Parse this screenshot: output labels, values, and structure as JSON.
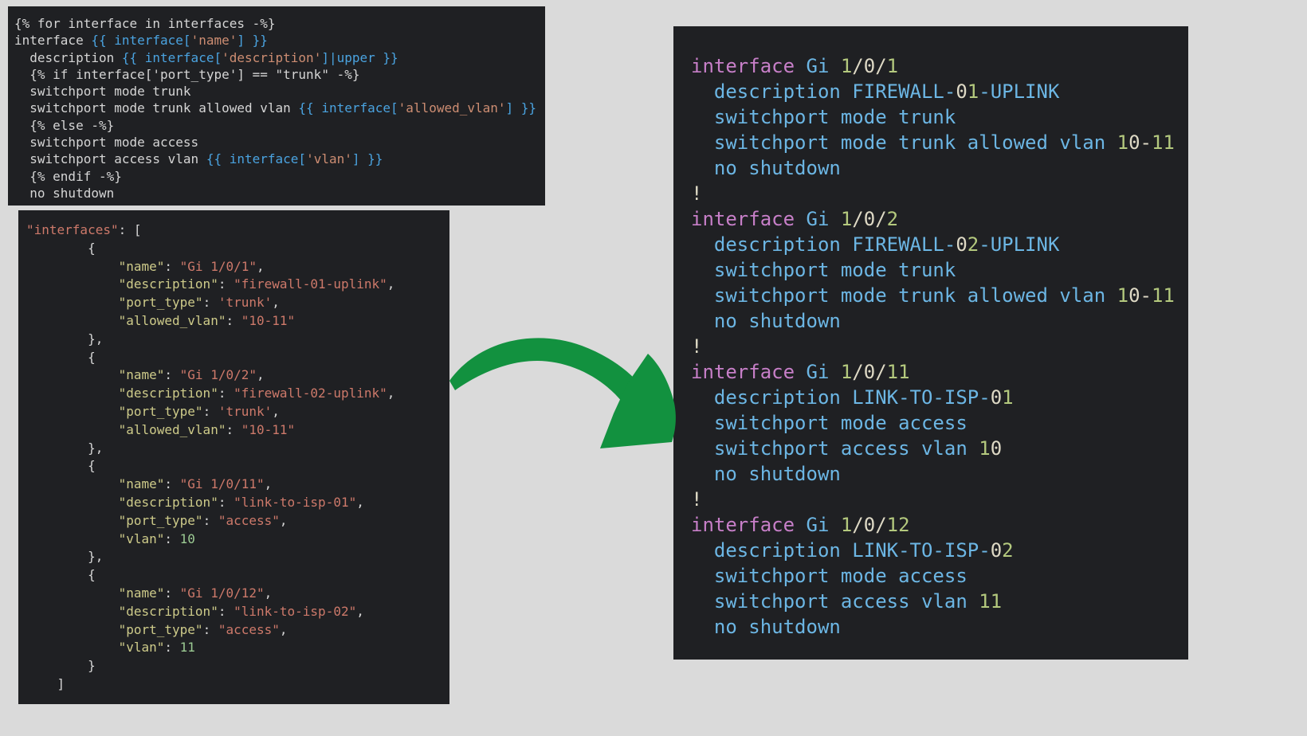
{
  "colors": {
    "plain": "#d5d5d5",
    "blue": "#4aa3e0",
    "orange": "#cd8d72",
    "key": "#cecb8a",
    "str": "#cd796a",
    "num": "#9ccb93",
    "purple": "#c77fc8",
    "cfg": "#6cb6e4",
    "dig": "#b4c97e",
    "zero": "#ded9c5",
    "bang": "#ded9c5",
    "arrow": "#12913f",
    "panel_background": "#1f2023",
    "page_background": "#dadada"
  },
  "panels": {
    "template": {
      "title": "jinja2-template",
      "lines": [
        [
          [
            "plain",
            "{% for interface in interfaces -%}"
          ]
        ],
        [
          [
            "plain",
            "interface "
          ],
          [
            "blue",
            "{{ interface["
          ],
          [
            "orange",
            "'name'"
          ],
          [
            "blue",
            "] }}"
          ]
        ],
        [
          [
            "plain",
            "  description "
          ],
          [
            "blue",
            "{{ interface["
          ],
          [
            "orange",
            "'description'"
          ],
          [
            "blue",
            "]|upper }}"
          ]
        ],
        [
          [
            "plain",
            "  {% if interface['port_type'] == \"trunk\" -%}"
          ]
        ],
        [
          [
            "plain",
            "  switchport mode trunk"
          ]
        ],
        [
          [
            "plain",
            "  switchport mode trunk allowed vlan "
          ],
          [
            "blue",
            "{{ interface["
          ],
          [
            "orange",
            "'allowed_vlan'"
          ],
          [
            "blue",
            "] }}"
          ]
        ],
        [
          [
            "plain",
            "  {% else -%}"
          ]
        ],
        [
          [
            "plain",
            "  switchport mode access"
          ]
        ],
        [
          [
            "plain",
            "  switchport access vlan "
          ],
          [
            "blue",
            "{{ interface["
          ],
          [
            "orange",
            "'vlan'"
          ],
          [
            "blue",
            "] }}"
          ]
        ],
        [
          [
            "plain",
            "  {% endif -%}"
          ]
        ],
        [
          [
            "plain",
            "  no shutdown"
          ]
        ]
      ]
    },
    "json_data": {
      "title": "interfaces-json-data",
      "lines": [
        [
          [
            "str",
            "\"interfaces\""
          ],
          [
            "plain",
            ": ["
          ]
        ],
        [
          [
            "plain",
            "        {"
          ]
        ],
        [
          [
            "key",
            "            \"name\""
          ],
          [
            "plain",
            ": "
          ],
          [
            "str",
            "\"Gi 1/0/1\""
          ],
          [
            "plain",
            ","
          ]
        ],
        [
          [
            "key",
            "            \"description\""
          ],
          [
            "plain",
            ": "
          ],
          [
            "str",
            "\"firewall-01-uplink\""
          ],
          [
            "plain",
            ","
          ]
        ],
        [
          [
            "key",
            "            \"port_type\""
          ],
          [
            "plain",
            ": "
          ],
          [
            "str",
            "'trunk'"
          ],
          [
            "plain",
            ","
          ]
        ],
        [
          [
            "key",
            "            \"allowed_vlan\""
          ],
          [
            "plain",
            ": "
          ],
          [
            "str",
            "\"10-11\""
          ]
        ],
        [
          [
            "plain",
            "        },"
          ]
        ],
        [
          [
            "plain",
            "        {"
          ]
        ],
        [
          [
            "key",
            "            \"name\""
          ],
          [
            "plain",
            ": "
          ],
          [
            "str",
            "\"Gi 1/0/2\""
          ],
          [
            "plain",
            ","
          ]
        ],
        [
          [
            "key",
            "            \"description\""
          ],
          [
            "plain",
            ": "
          ],
          [
            "str",
            "\"firewall-02-uplink\""
          ],
          [
            "plain",
            ","
          ]
        ],
        [
          [
            "key",
            "            \"port_type\""
          ],
          [
            "plain",
            ": "
          ],
          [
            "str",
            "'trunk'"
          ],
          [
            "plain",
            ","
          ]
        ],
        [
          [
            "key",
            "            \"allowed_vlan\""
          ],
          [
            "plain",
            ": "
          ],
          [
            "str",
            "\"10-11\""
          ]
        ],
        [
          [
            "plain",
            "        },"
          ]
        ],
        [
          [
            "plain",
            "        {"
          ]
        ],
        [
          [
            "key",
            "            \"name\""
          ],
          [
            "plain",
            ": "
          ],
          [
            "str",
            "\"Gi 1/0/11\""
          ],
          [
            "plain",
            ","
          ]
        ],
        [
          [
            "key",
            "            \"description\""
          ],
          [
            "plain",
            ": "
          ],
          [
            "str",
            "\"link-to-isp-01\""
          ],
          [
            "plain",
            ","
          ]
        ],
        [
          [
            "key",
            "            \"port_type\""
          ],
          [
            "plain",
            ": "
          ],
          [
            "str",
            "\"access\""
          ],
          [
            "plain",
            ","
          ]
        ],
        [
          [
            "key",
            "            \"vlan\""
          ],
          [
            "plain",
            ": "
          ],
          [
            "num",
            "10"
          ]
        ],
        [
          [
            "plain",
            "        },"
          ]
        ],
        [
          [
            "plain",
            "        {"
          ]
        ],
        [
          [
            "key",
            "            \"name\""
          ],
          [
            "plain",
            ": "
          ],
          [
            "str",
            "\"Gi 1/0/12\""
          ],
          [
            "plain",
            ","
          ]
        ],
        [
          [
            "key",
            "            \"description\""
          ],
          [
            "plain",
            ": "
          ],
          [
            "str",
            "\"link-to-isp-02\""
          ],
          [
            "plain",
            ","
          ]
        ],
        [
          [
            "key",
            "            \"port_type\""
          ],
          [
            "plain",
            ": "
          ],
          [
            "str",
            "\"access\""
          ],
          [
            "plain",
            ","
          ]
        ],
        [
          [
            "key",
            "            \"vlan\""
          ],
          [
            "plain",
            ": "
          ],
          [
            "num",
            "11"
          ]
        ],
        [
          [
            "plain",
            "        }"
          ]
        ],
        [
          [
            "plain",
            "    ]"
          ]
        ]
      ]
    },
    "output": {
      "title": "rendered-config",
      "lines": [
        [
          [
            "purple",
            "interface"
          ],
          [
            "cfg",
            " Gi "
          ],
          [
            "dig",
            "1"
          ],
          [
            "zero",
            "/0/"
          ],
          [
            "dig",
            "1"
          ]
        ],
        [
          [
            "cfg",
            "  description FIREWALL-"
          ],
          [
            "zero",
            "0"
          ],
          [
            "dig",
            "1"
          ],
          [
            "cfg",
            "-UPLINK"
          ]
        ],
        [
          [
            "cfg",
            "  switchport mode trunk"
          ]
        ],
        [
          [
            "cfg",
            "  switchport mode trunk allowed vlan "
          ],
          [
            "dig",
            "1"
          ],
          [
            "zero",
            "0-"
          ],
          [
            "dig",
            "11"
          ]
        ],
        [
          [
            "cfg",
            "  no shutdown"
          ]
        ],
        [
          [
            "bang",
            "!"
          ]
        ],
        [
          [
            "purple",
            "interface"
          ],
          [
            "cfg",
            " Gi "
          ],
          [
            "dig",
            "1"
          ],
          [
            "zero",
            "/0/"
          ],
          [
            "dig",
            "2"
          ]
        ],
        [
          [
            "cfg",
            "  description FIREWALL-"
          ],
          [
            "zero",
            "0"
          ],
          [
            "dig",
            "2"
          ],
          [
            "cfg",
            "-UPLINK"
          ]
        ],
        [
          [
            "cfg",
            "  switchport mode trunk"
          ]
        ],
        [
          [
            "cfg",
            "  switchport mode trunk allowed vlan "
          ],
          [
            "dig",
            "1"
          ],
          [
            "zero",
            "0-"
          ],
          [
            "dig",
            "11"
          ]
        ],
        [
          [
            "cfg",
            "  no shutdown"
          ]
        ],
        [
          [
            "bang",
            "!"
          ]
        ],
        [
          [
            "purple",
            "interface"
          ],
          [
            "cfg",
            " Gi "
          ],
          [
            "dig",
            "1"
          ],
          [
            "zero",
            "/0/"
          ],
          [
            "dig",
            "11"
          ]
        ],
        [
          [
            "cfg",
            "  description LINK-TO-ISP-"
          ],
          [
            "zero",
            "0"
          ],
          [
            "dig",
            "1"
          ]
        ],
        [
          [
            "cfg",
            "  switchport mode access"
          ]
        ],
        [
          [
            "cfg",
            "  switchport access vlan "
          ],
          [
            "dig",
            "1"
          ],
          [
            "zero",
            "0"
          ]
        ],
        [
          [
            "cfg",
            "  no shutdown"
          ]
        ],
        [
          [
            "bang",
            "!"
          ]
        ],
        [
          [
            "purple",
            "interface"
          ],
          [
            "cfg",
            " Gi "
          ],
          [
            "dig",
            "1"
          ],
          [
            "zero",
            "/0/"
          ],
          [
            "dig",
            "12"
          ]
        ],
        [
          [
            "cfg",
            "  description LINK-TO-ISP-"
          ],
          [
            "zero",
            "0"
          ],
          [
            "dig",
            "2"
          ]
        ],
        [
          [
            "cfg",
            "  switchport mode access"
          ]
        ],
        [
          [
            "cfg",
            "  switchport access vlan "
          ],
          [
            "dig",
            "11"
          ]
        ],
        [
          [
            "cfg",
            "  no shutdown"
          ]
        ]
      ]
    }
  },
  "arrow": {
    "meaning": "template plus data renders into configuration"
  }
}
